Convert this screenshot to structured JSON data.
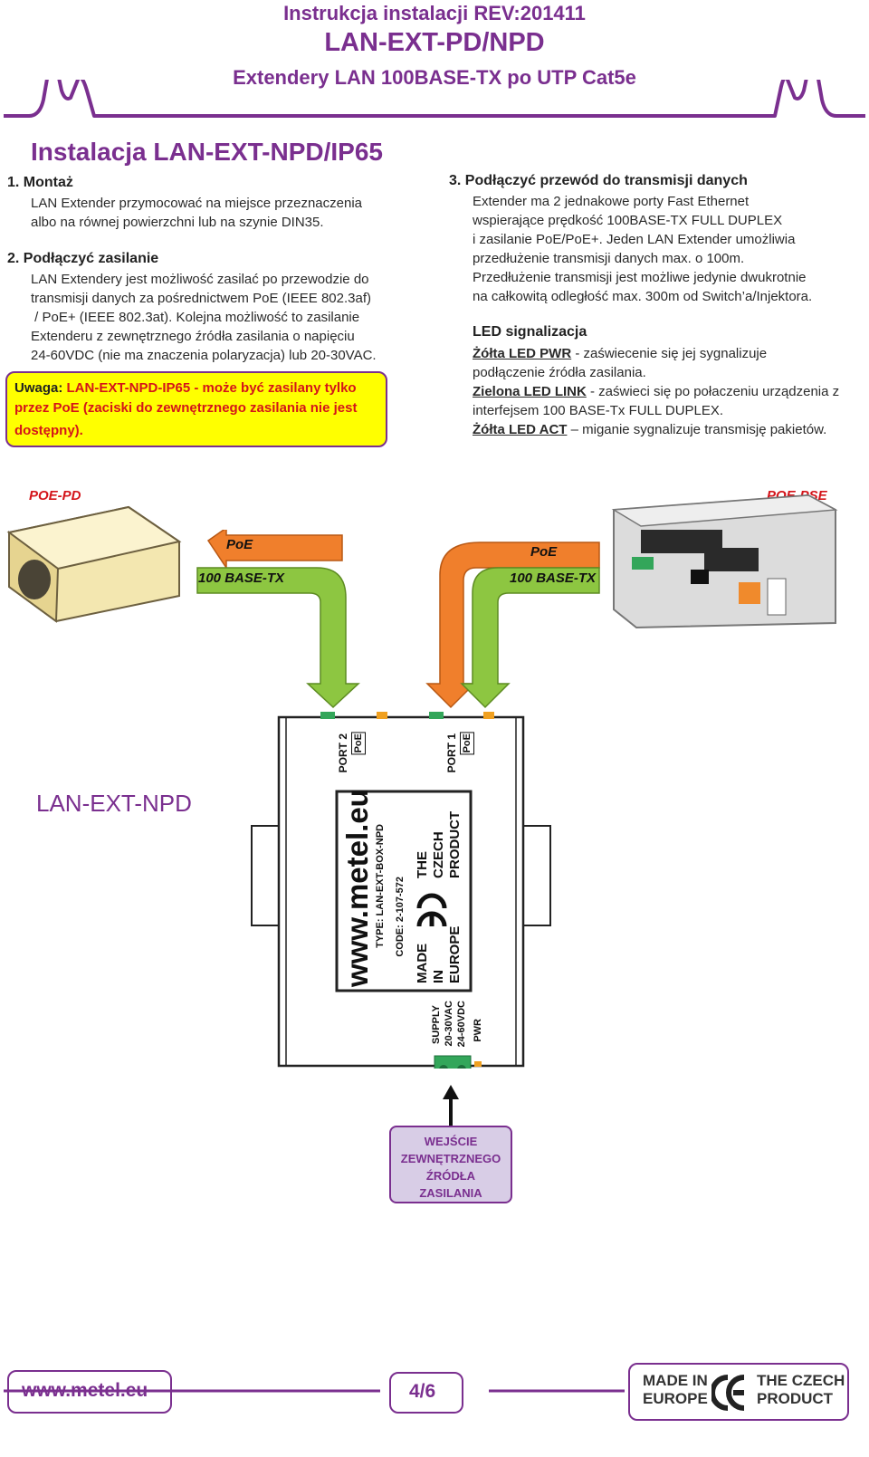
{
  "header": {
    "line1": "Instrukcja instalacji REV:201411",
    "line2": "LAN-EXT-PD/NPD",
    "line3": "Extendery LAN 100BASE-TX po UTP Cat5e"
  },
  "title": "Instalacja LAN-EXT-NPD/IP65",
  "left": {
    "s1_title": "1.  Montaż",
    "s1_l1": "LAN Extender przymocować na miejsce przeznaczenia",
    "s1_l2": "albo na równej powierzchni lub na szynie DIN35.",
    "s2_title": "2.  Podłączyć zasilanie",
    "s2_l1": "LAN Extendery jest możliwość zasilać po przewodzie do",
    "s2_l2": "transmisji danych za pośrednictwem PoE (IEEE 802.3af)",
    "s2_l3": " / PoE+ (IEEE 802.3at). Kolejna możliwość to zasilanie",
    "s2_l4": "Extenderu z zewnętrznego źródła zasilania o napięciu",
    "s2_l5": "24-60VDC (nie ma znaczenia polaryzacja) lub 20-30VAC.",
    "warn_label": "Uwaga: ",
    "warn_l1": "LAN-EXT-NPD-IP65 - może być zasilany tylko",
    "warn_l2": "przez PoE (zaciski do zewnętrznego zasilania nie jest",
    "warn_l3": "dostępny)."
  },
  "right": {
    "s3_title": "3.  Podłączyć przewód do transmisji danych",
    "s3_l1": "Extender ma 2 jednakowe porty Fast Ethernet",
    "s3_l2": "wspierające prędkość 100BASE-TX FULL DUPLEX",
    "s3_l3": "i zasilanie PoE/PoE+. Jeden LAN Extender umożliwia",
    "s3_l4": "przedłużenie transmisji danych max. o 100m.",
    "s3_l5": "Przedłużenie transmisji jest możliwe jedynie dwukrotnie",
    "s3_l6": "na całkowitą odległość max. 300m od Switch’a/Injektora.",
    "led_title": "LED signalizacja",
    "led1_name": "Żółta LED PWR",
    "led1_rest": " - zaświecenie się jej sygnalizuje",
    "led1_l2": "podłączenie źródła zasilania.",
    "led2_name": "Zielona LED LINK",
    "led2_rest": " - zaświeci się po połaczeniu urządzenia z",
    "led2_l2": "interfejsem 100 BASE-Tx FULL DUPLEX.",
    "led3_name": "Żółta LED ACT",
    "led3_rest": " – miganie sygnalizuje transmisję pakietów."
  },
  "diagram": {
    "poe_pd": "POE-PD",
    "poe_pse": "POE-PSE",
    "poe_left": "PoE",
    "base_left": "100 BASE-TX",
    "poe_right": "PoE",
    "base_right": "100 BASE-TX",
    "device_name": "LAN-EXT-NPD",
    "port2": "PORT 2",
    "port1": "PORT 1",
    "poe_tag": "PoE",
    "label_url": "www.metel.eu",
    "label_type": "TYPE:  LAN-EXT-BOX-NPD",
    "label_code": "CODE: 2-107-572",
    "label_made": "MADE IN EUROPE",
    "label_czech": "THE CZECH PRODUCT",
    "supply": "SUPPLY",
    "supply_ac": "20-30VAC",
    "supply_dc": "24-60VDC",
    "pwr": "PWR",
    "input_l1": "WEJŚCIE",
    "input_l2": "ZEWNĘTRZNEGO",
    "input_l3": "ŹRÓDŁA",
    "input_l4": "ZASILANIA",
    "colors": {
      "orange": "#f07f2c",
      "green": "#8dc641",
      "purple": "#7a2f8f"
    }
  },
  "footer": {
    "url": "www.metel.eu",
    "page": "4/6",
    "made_l1": "MADE IN",
    "made_l2": "EUROPE",
    "czech_l1": "THE CZECH",
    "czech_l2": "PRODUCT"
  }
}
